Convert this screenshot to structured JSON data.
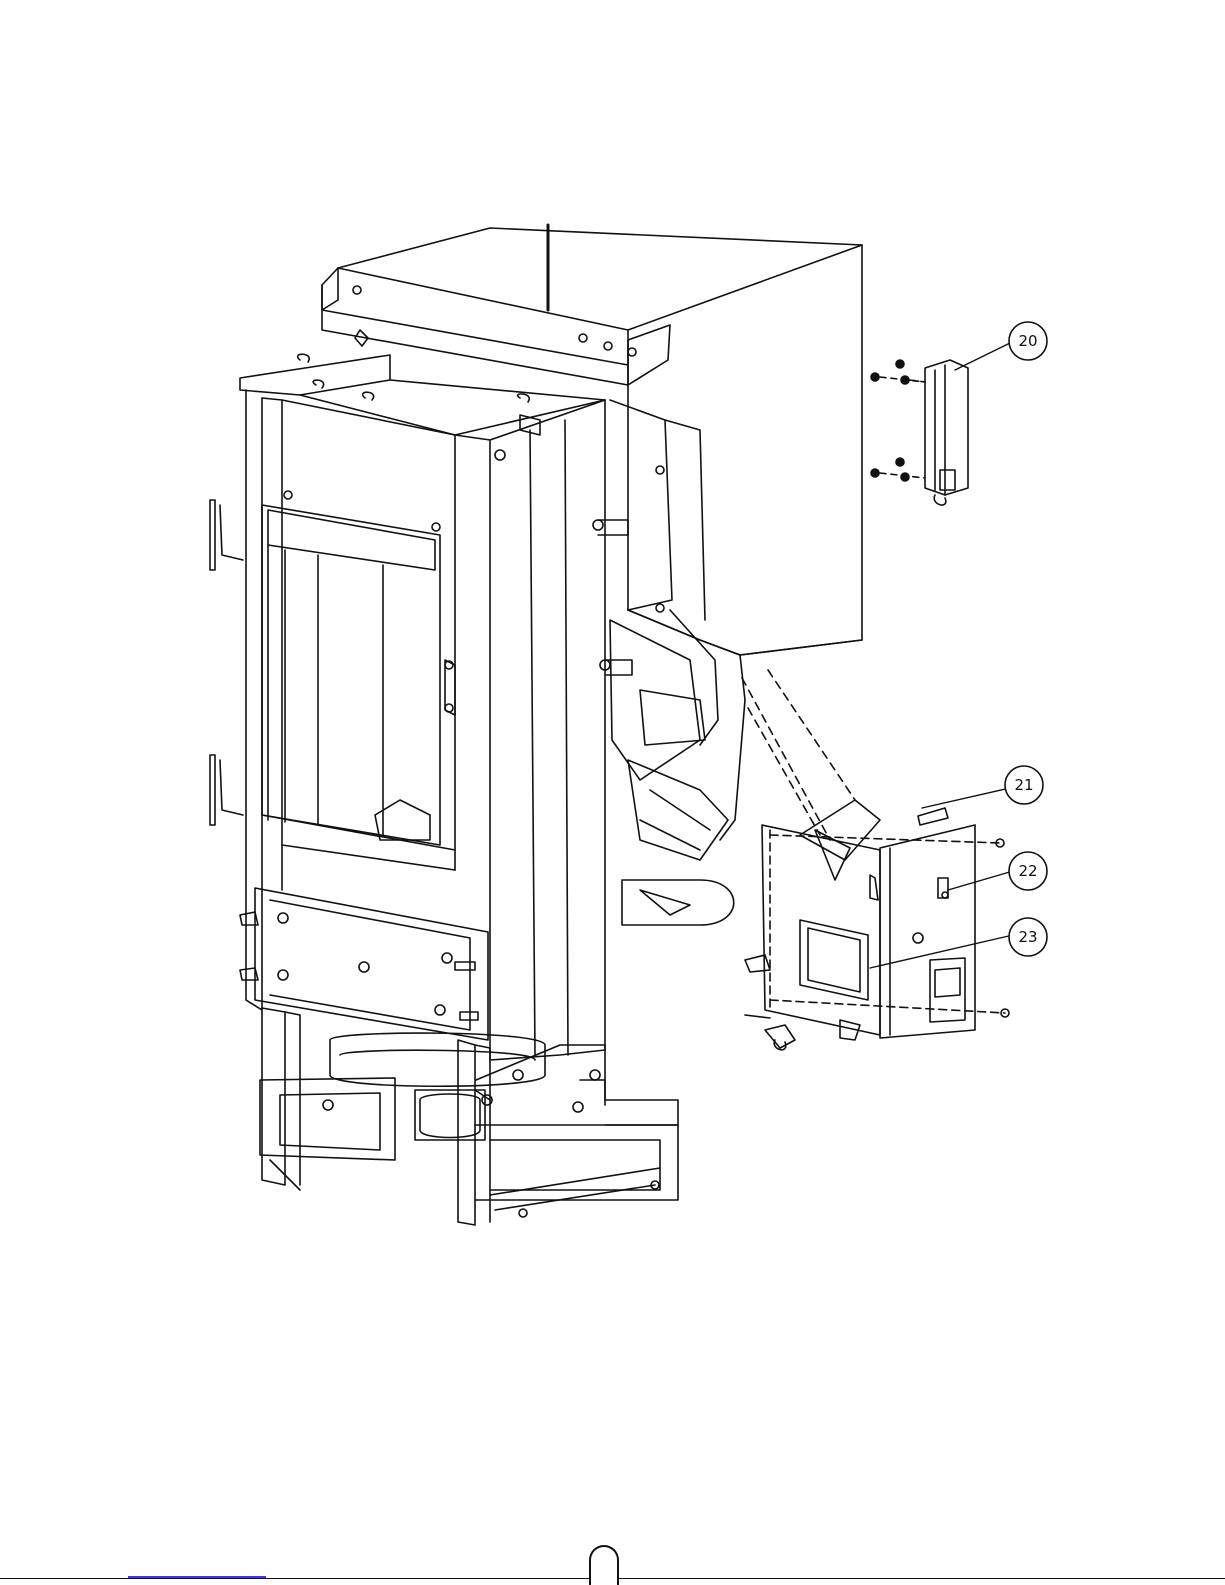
{
  "callouts": [
    {
      "label": "20"
    },
    {
      "label": "21"
    },
    {
      "label": "22"
    },
    {
      "label": "23"
    }
  ],
  "footer": {
    "page_number": "",
    "link_text": ""
  },
  "colors": {
    "line": "#111111",
    "link": "#3a3ad6",
    "background": "#ffffff"
  }
}
